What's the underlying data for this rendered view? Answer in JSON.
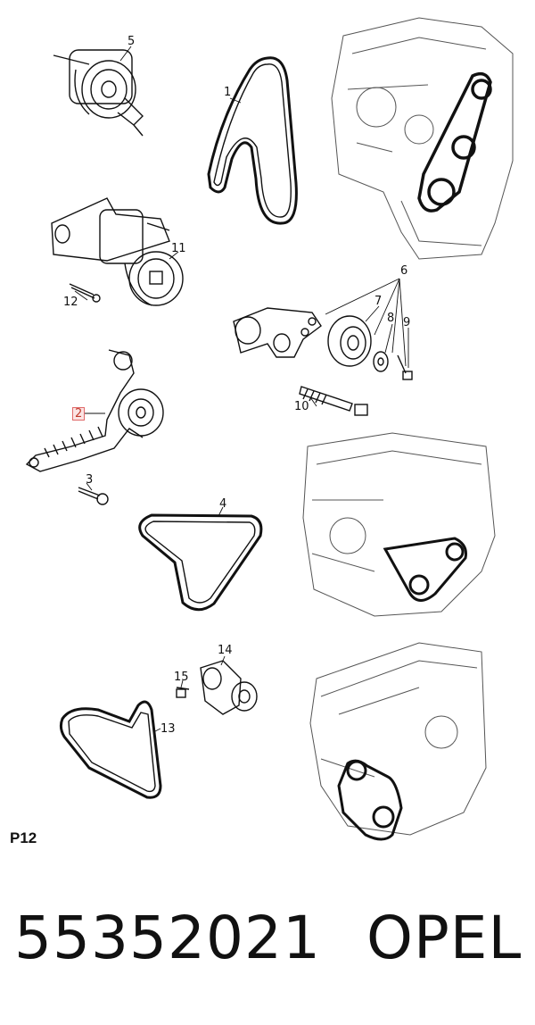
{
  "callouts": {
    "c1": "1",
    "c2": "2",
    "c3": "3",
    "c4": "4",
    "c5": "5",
    "c6": "6",
    "c7": "7",
    "c8": "8",
    "c9": "9",
    "c10": "10",
    "c11": "11",
    "c12": "12",
    "c13": "13",
    "c14": "14",
    "c15": "15"
  },
  "highlighted_callout": "2",
  "section_label": "P12",
  "part_number": "55352021",
  "brand": "OPEL",
  "colors": {
    "line": "#111111",
    "highlight_border": "#e06a6a",
    "highlight_fill": "#fbe3e3"
  }
}
